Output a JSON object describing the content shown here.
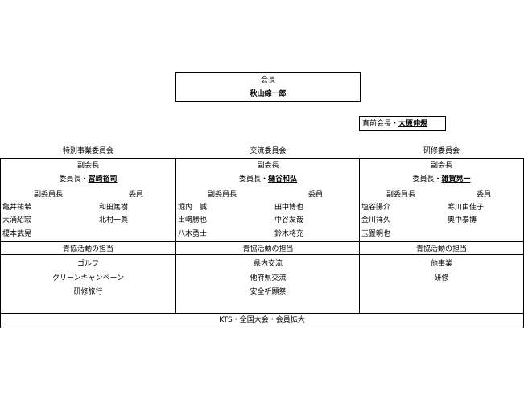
{
  "president": {
    "title": "会長",
    "name": "秋山綜一郎"
  },
  "former_president": {
    "label": "直前会長・",
    "name": "大原伸規"
  },
  "columns": [
    {
      "committee": "特別事業委員会",
      "vice_president": "副会長",
      "chair_label": "委員長・",
      "chair_name": "宮崎裕司",
      "vice_chair_label": "副委員長",
      "member_label": "委員",
      "vice_chairs": [
        "亀井祐希",
        "大涌紹宏",
        "榎本武晃"
      ],
      "members": [
        "和田篤樹",
        "北村一眞"
      ],
      "activity_header": "青協活動の担当",
      "activities": [
        "ゴルフ",
        "クリーンキャンペーン",
        "研修旅行"
      ]
    },
    {
      "committee": "交流委員会",
      "vice_president": "副会長",
      "chair_label": "委員長・",
      "chair_name": "樋谷和弘",
      "vice_chair_label": "副委員長",
      "member_label": "委員",
      "vice_chairs": [
        "堀内　誠",
        "出﨑勝也",
        "八木勇士"
      ],
      "members": [
        "田中博也",
        "中谷友哉",
        "鈴木将充"
      ],
      "activity_header": "青協活動の担当",
      "activities": [
        "県内交流",
        "他府県交流",
        "安全祈願祭"
      ]
    },
    {
      "committee": "研修委員会",
      "vice_president": "副会長",
      "chair_label": "委員長・",
      "chair_name": "雑賀晃一",
      "vice_chair_label": "副委員長",
      "member_label": "委員",
      "vice_chairs": [
        "塩谷陽介",
        "金川祥久",
        "玉置明也"
      ],
      "members": [
        "寒川由佳子",
        "奥中泰博"
      ],
      "activity_header": "青協活動の担当",
      "activities": [
        "他事業",
        "研修"
      ]
    }
  ],
  "footer": "KTS・全国大会・会員拡大"
}
